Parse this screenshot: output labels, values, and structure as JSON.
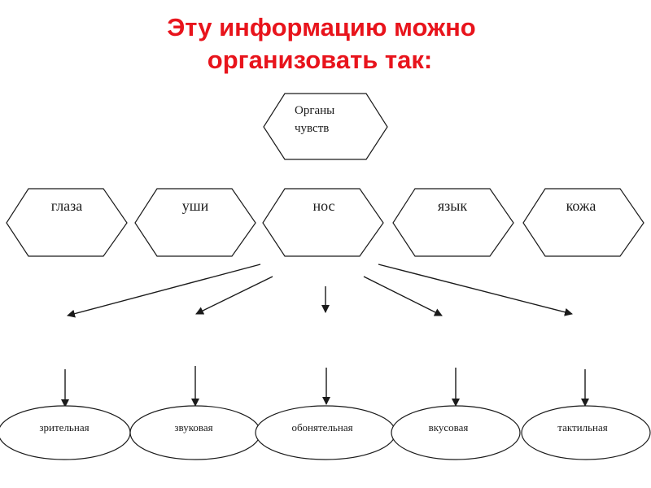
{
  "title": {
    "line1": "Эту информацию можно",
    "line2": "организовать так:"
  },
  "root": {
    "line1": "Органы",
    "line2": "чувств"
  },
  "organs": [
    "глаза",
    "уши",
    "нос",
    "язык",
    "кожа"
  ],
  "senses": [
    "зрительная",
    "звуковая",
    "обонятельная",
    "вкусовая",
    "тактильная"
  ],
  "colors": {
    "title": "#e8141c",
    "stroke": "#1a1a1a",
    "fill": "#ffffff"
  }
}
